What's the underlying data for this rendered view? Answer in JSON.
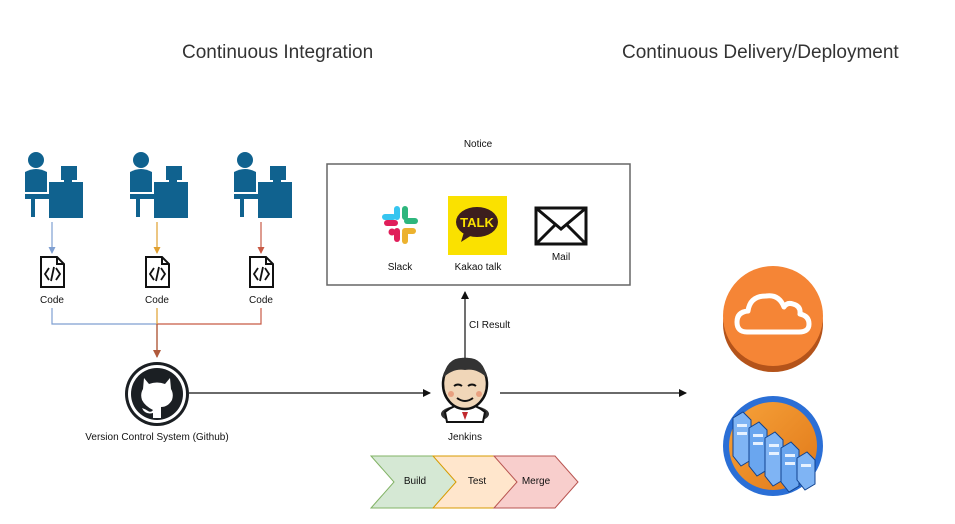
{
  "headings": {
    "ci": "Continuous Integration",
    "cd": "Continuous Delivery/Deployment"
  },
  "developers": [
    {
      "icon": "developer-icon",
      "code_label": "Code",
      "line_color": "#7f9fd1"
    },
    {
      "icon": "developer-icon",
      "code_label": "Code",
      "line_color": "#e0a030"
    },
    {
      "icon": "developer-icon",
      "code_label": "Code",
      "line_color": "#c85a45"
    }
  ],
  "vcs": {
    "label": "Version Control System (Github)",
    "icon": "github-icon"
  },
  "jenkins": {
    "label": "Jenkins",
    "icon": "jenkins-icon",
    "result_label": "CI Result"
  },
  "notice": {
    "title": "Notice",
    "channels": [
      {
        "label": "Slack",
        "icon": "slack-icon"
      },
      {
        "label": "Kakao talk",
        "icon": "kakaotalk-icon",
        "badge": "TALK"
      },
      {
        "label": "Mail",
        "icon": "mail-icon"
      }
    ]
  },
  "pipeline": [
    {
      "label": "Build",
      "fill": "#d5e8d4",
      "stroke": "#82b366"
    },
    {
      "label": "Test",
      "fill": "#ffe6cc",
      "stroke": "#d79b00"
    },
    {
      "label": "Merge",
      "fill": "#f8cecc",
      "stroke": "#b85450"
    }
  ],
  "deploy_targets": [
    {
      "icon": "cloud-icon",
      "color": "#f58536"
    },
    {
      "icon": "server-cluster-icon",
      "color": "#2b6fd6"
    }
  ],
  "colors": {
    "dev_blue": "#10628f",
    "line_dark": "#111111"
  }
}
